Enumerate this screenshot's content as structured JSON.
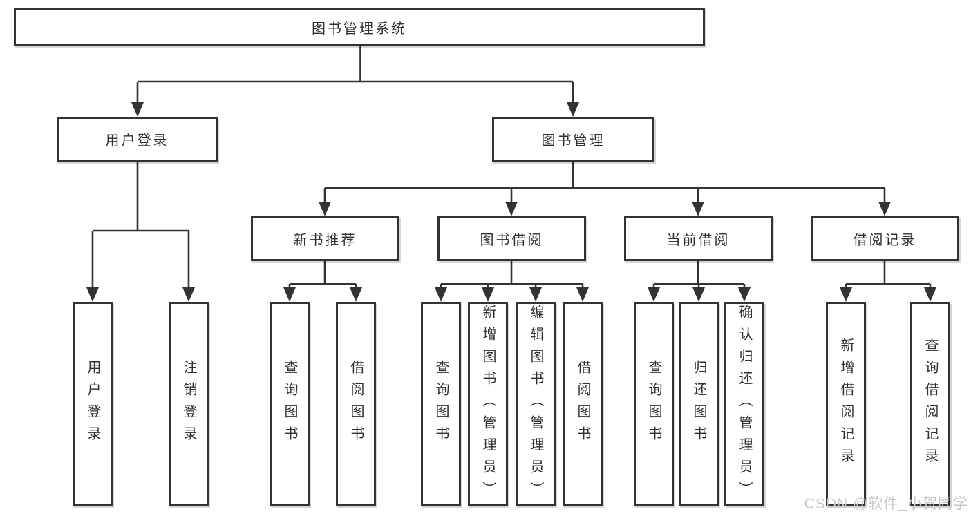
{
  "colors": {
    "line": "#333333",
    "box_border": "#333333",
    "box_fill": "#ffffff",
    "text": "#2f2f2f",
    "watermark": "#c8c8c8",
    "background": "#ffffff"
  },
  "watermark": {
    "text": "CSDN @软件_小贺同学"
  },
  "diagram": {
    "title": "图书管理系统",
    "user_login": {
      "label": "用户登录",
      "children": [
        "用户登录",
        "注销登录"
      ]
    },
    "book_management": {
      "label": "图书管理",
      "modules": [
        {
          "label": "新书推荐",
          "children": [
            "查询图书",
            "借阅图书"
          ]
        },
        {
          "label": "图书借阅",
          "children": [
            "查询图书",
            "新增图书（管理员）",
            "编辑图书（管理员）",
            "借阅图书"
          ]
        },
        {
          "label": "当前借阅",
          "children": [
            "查询图书",
            "归还图书",
            "确认归还（管理员）"
          ]
        },
        {
          "label": "借阅记录",
          "children": [
            "新增借阅记录",
            "查询借阅记录"
          ]
        }
      ]
    }
  }
}
